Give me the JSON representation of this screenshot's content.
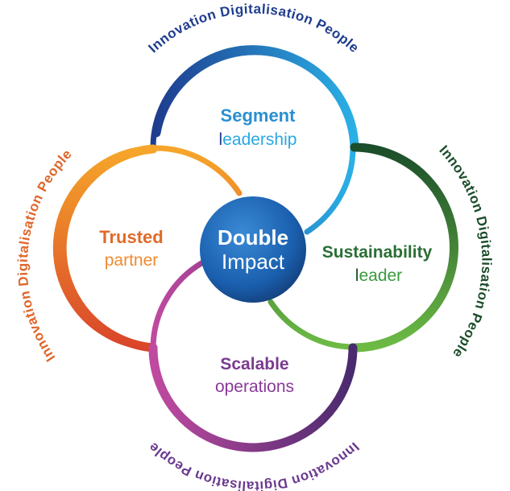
{
  "colors": {
    "segment": "#2aa8e0",
    "segment_dark": "#1f3d8f",
    "trusted": "#e8752a",
    "trusted_light": "#f4a22a",
    "sustainability": "#2e8c3a",
    "sustainability_dark": "#1b4d2a",
    "sustainability_light": "#6dbb45",
    "scalable": "#7a3a8f",
    "scalable_dark": "#4a2a6e",
    "scalable_light": "#b04aa0",
    "center": "#1a66b8",
    "top_text": "#1f3d8f",
    "left_text": "#e0662a",
    "right_text": "#1b4d2a",
    "bottom_text": "#6a3a8f"
  },
  "center": {
    "line1": "Double",
    "line2": "Impact"
  },
  "petals": {
    "segment": {
      "line1": "Segment",
      "line2_first": "l",
      "line2_rest": "eadership"
    },
    "trusted": {
      "line1": "Trusted",
      "line2": "partner"
    },
    "sustainability": {
      "line1": "Sustainability",
      "line2_first": "l",
      "line2_rest": "eader"
    },
    "scalable": {
      "line1": "Scalable",
      "line2": "operations"
    }
  },
  "arc_labels": {
    "top": "Innovation Digitalisation People",
    "left": "Innovation Digitalisation People",
    "right": "Innovation Digitalisation People",
    "bottom": "Innovation Digitalisation People"
  }
}
